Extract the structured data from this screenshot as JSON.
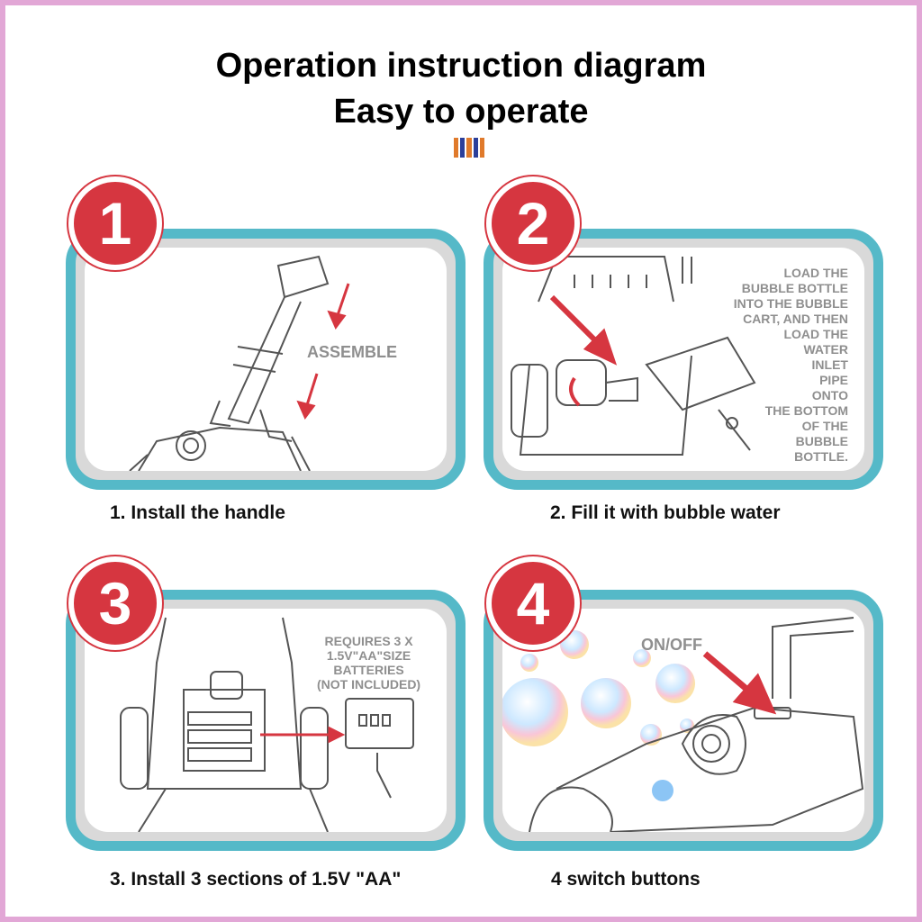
{
  "header": {
    "title": "Operation instruction diagram",
    "subtitle": "Easy to operate",
    "stripe_colors": [
      "#e07a2b",
      "#2b3f9a",
      "#e07a2b",
      "#2b3f9a",
      "#e07a2b"
    ]
  },
  "steps": [
    {
      "number": "1",
      "caption": "1. Install the handle",
      "note": "ASSEMBLE"
    },
    {
      "number": "2",
      "caption": "2. Fill it with bubble water",
      "note_lines": [
        "LOAD THE",
        "BUBBLE BOTTLE",
        "INTO THE BUBBLE",
        "CART, AND THEN",
        "LOAD THE",
        "WATER",
        "INLET",
        "PIPE",
        "ONTO",
        "THE BOTTOM",
        "OF THE",
        "BUBBLE",
        "BOTTLE."
      ]
    },
    {
      "number": "3",
      "caption": "3. Install 3 sections of 1.5V \"AA\"",
      "note_lines": [
        "REQUIRES 3 X",
        "1.5V\"AA\"SIZE",
        "BATTERIES",
        "(NOT INCLUDED)"
      ]
    },
    {
      "number": "4",
      "caption": "4 switch buttons",
      "note": "ON/OFF"
    }
  ],
  "colors": {
    "border": "#e2a7d6",
    "panel_frame": "#55b9c8",
    "badge": "#d63640",
    "arrow": "#d63640"
  }
}
